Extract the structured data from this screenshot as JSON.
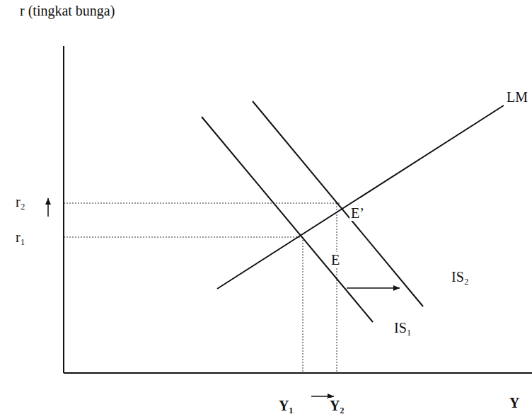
{
  "diagram": {
    "labels": [
      "r (tingkat bunga)",
      "LM",
      "r₂",
      "r₁",
      "E’",
      "E",
      "IS₂",
      "IS₁",
      "Y₁",
      "Y₂",
      "Y"
    ]
  }
}
